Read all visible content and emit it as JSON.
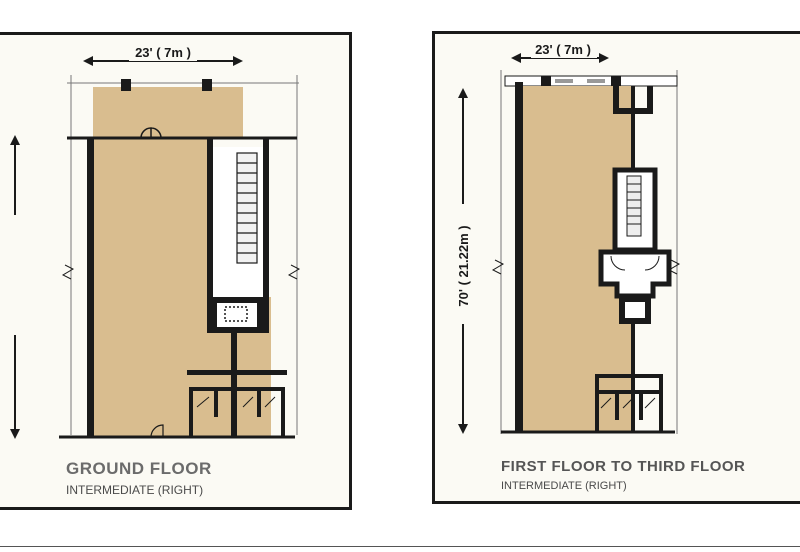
{
  "colors": {
    "floor_fill": "#d9bd8f",
    "wall": "#1a1a1a",
    "panel_bg": "#fbfaf4",
    "caption_gray": "#6b6b6b"
  },
  "ground_floor": {
    "width_dim": "23' ( 7m )",
    "title": "GROUND FLOOR",
    "subtitle": "INTERMEDIATE (RIGHT)"
  },
  "first_floor": {
    "width_dim": "23' ( 7m )",
    "length_dim": "70' ( 21.22m )",
    "title": "FIRST FLOOR TO THIRD FLOOR",
    "subtitle": "INTERMEDIATE (RIGHT)"
  }
}
